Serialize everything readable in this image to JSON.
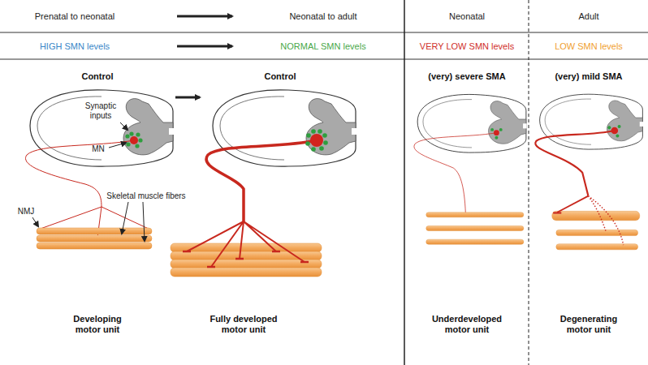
{
  "diagram": {
    "labels": [
      "Prenatal to neonatal",
      "Neonatal to adult",
      "Neonatal",
      "Adult",
      "HIGH SMN levels",
      "NORMAL SMN levels",
      "VERY LOW SMN levels",
      "LOW SMN levels",
      "Control",
      "Control",
      "(very) severe SMA",
      "(very) mild SMA",
      "Synaptic inputs",
      "MN",
      "NMJ",
      "Skeletal muscle fibers",
      "Developing motor unit",
      "Fully developed motor unit",
      "Underdeveloped motor unit",
      "Degenerating motor unit"
    ]
  }
}
